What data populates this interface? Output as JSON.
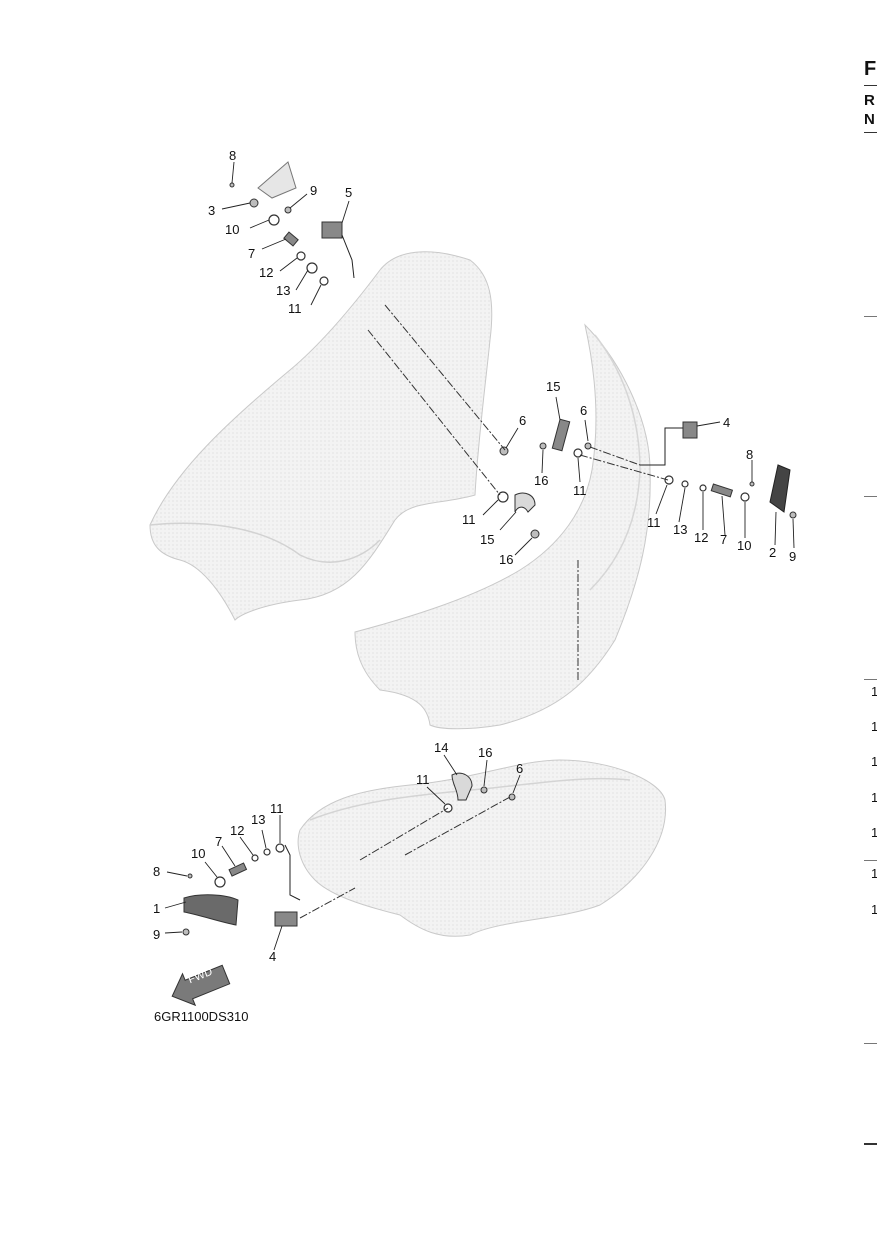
{
  "diagram_code": "6GR1100DS310",
  "fwd_label": "FWD",
  "edge_heading": "F",
  "edge_letters": [
    "R",
    "N"
  ],
  "edge_numbers": [
    "1",
    "1",
    "1",
    "1",
    "1",
    "1",
    "1"
  ],
  "callouts": {
    "top_left": [
      "8",
      "9",
      "3",
      "10",
      "5",
      "7",
      "12",
      "13",
      "11",
      "6",
      "11",
      "15",
      "16"
    ],
    "right": [
      "15",
      "6",
      "4",
      "16",
      "11",
      "8",
      "11",
      "13",
      "12",
      "7",
      "10",
      "2",
      "9"
    ],
    "bottom": [
      "14",
      "16",
      "6",
      "11",
      "11",
      "7",
      "12",
      "13",
      "10",
      "8",
      "1",
      "9",
      "4"
    ]
  },
  "colors": {
    "part_fill": "#f2f2f2",
    "part_stroke": "#c8c8c8",
    "line": "#222222",
    "dark": "#555555"
  }
}
